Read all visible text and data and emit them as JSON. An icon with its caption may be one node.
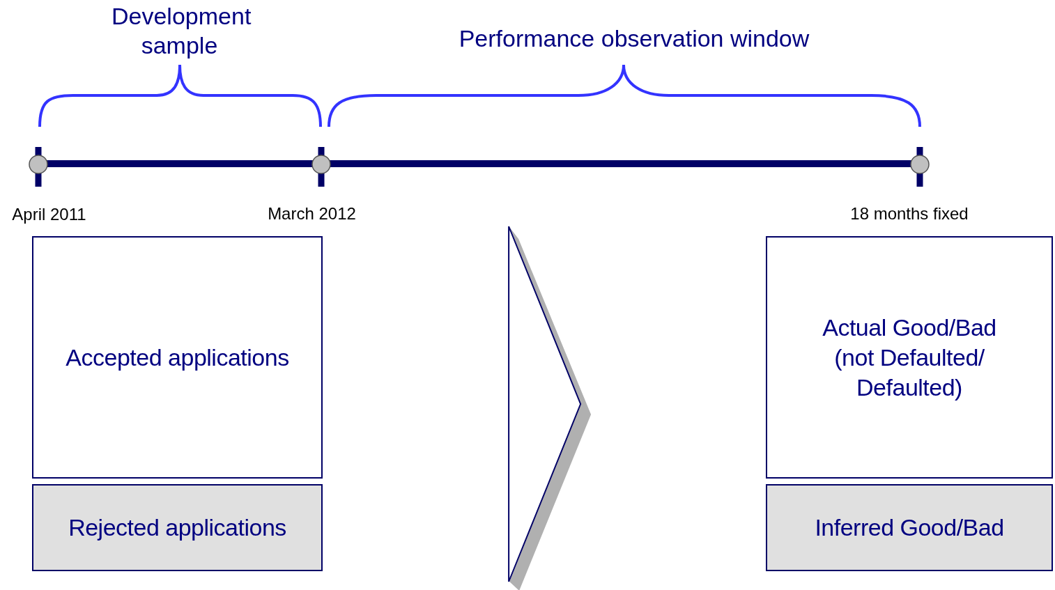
{
  "diagram": {
    "nodes": [
      {
        "text": [
          "Accepted applications"
        ]
      },
      {
        "text": [
          "Rejected applications"
        ]
      },
      {
        "text": [
          "Actual Good/Bad (not Defaulted/ Defaulted)"
        ]
      },
      {
        "text": [
          "Inferred Good/Bad"
        ]
      }
    ],
    "edges": [
      {
        "from": 0,
        "to": 2,
        "arrow": "to"
      },
      {
        "from": 1,
        "to": 3,
        "arrow": "to"
      }
    ],
    "labels": [
      "Development sample",
      "Performance observation window",
      "April 2011",
      "March 2012",
      "18 months fixed"
    ]
  }
}
